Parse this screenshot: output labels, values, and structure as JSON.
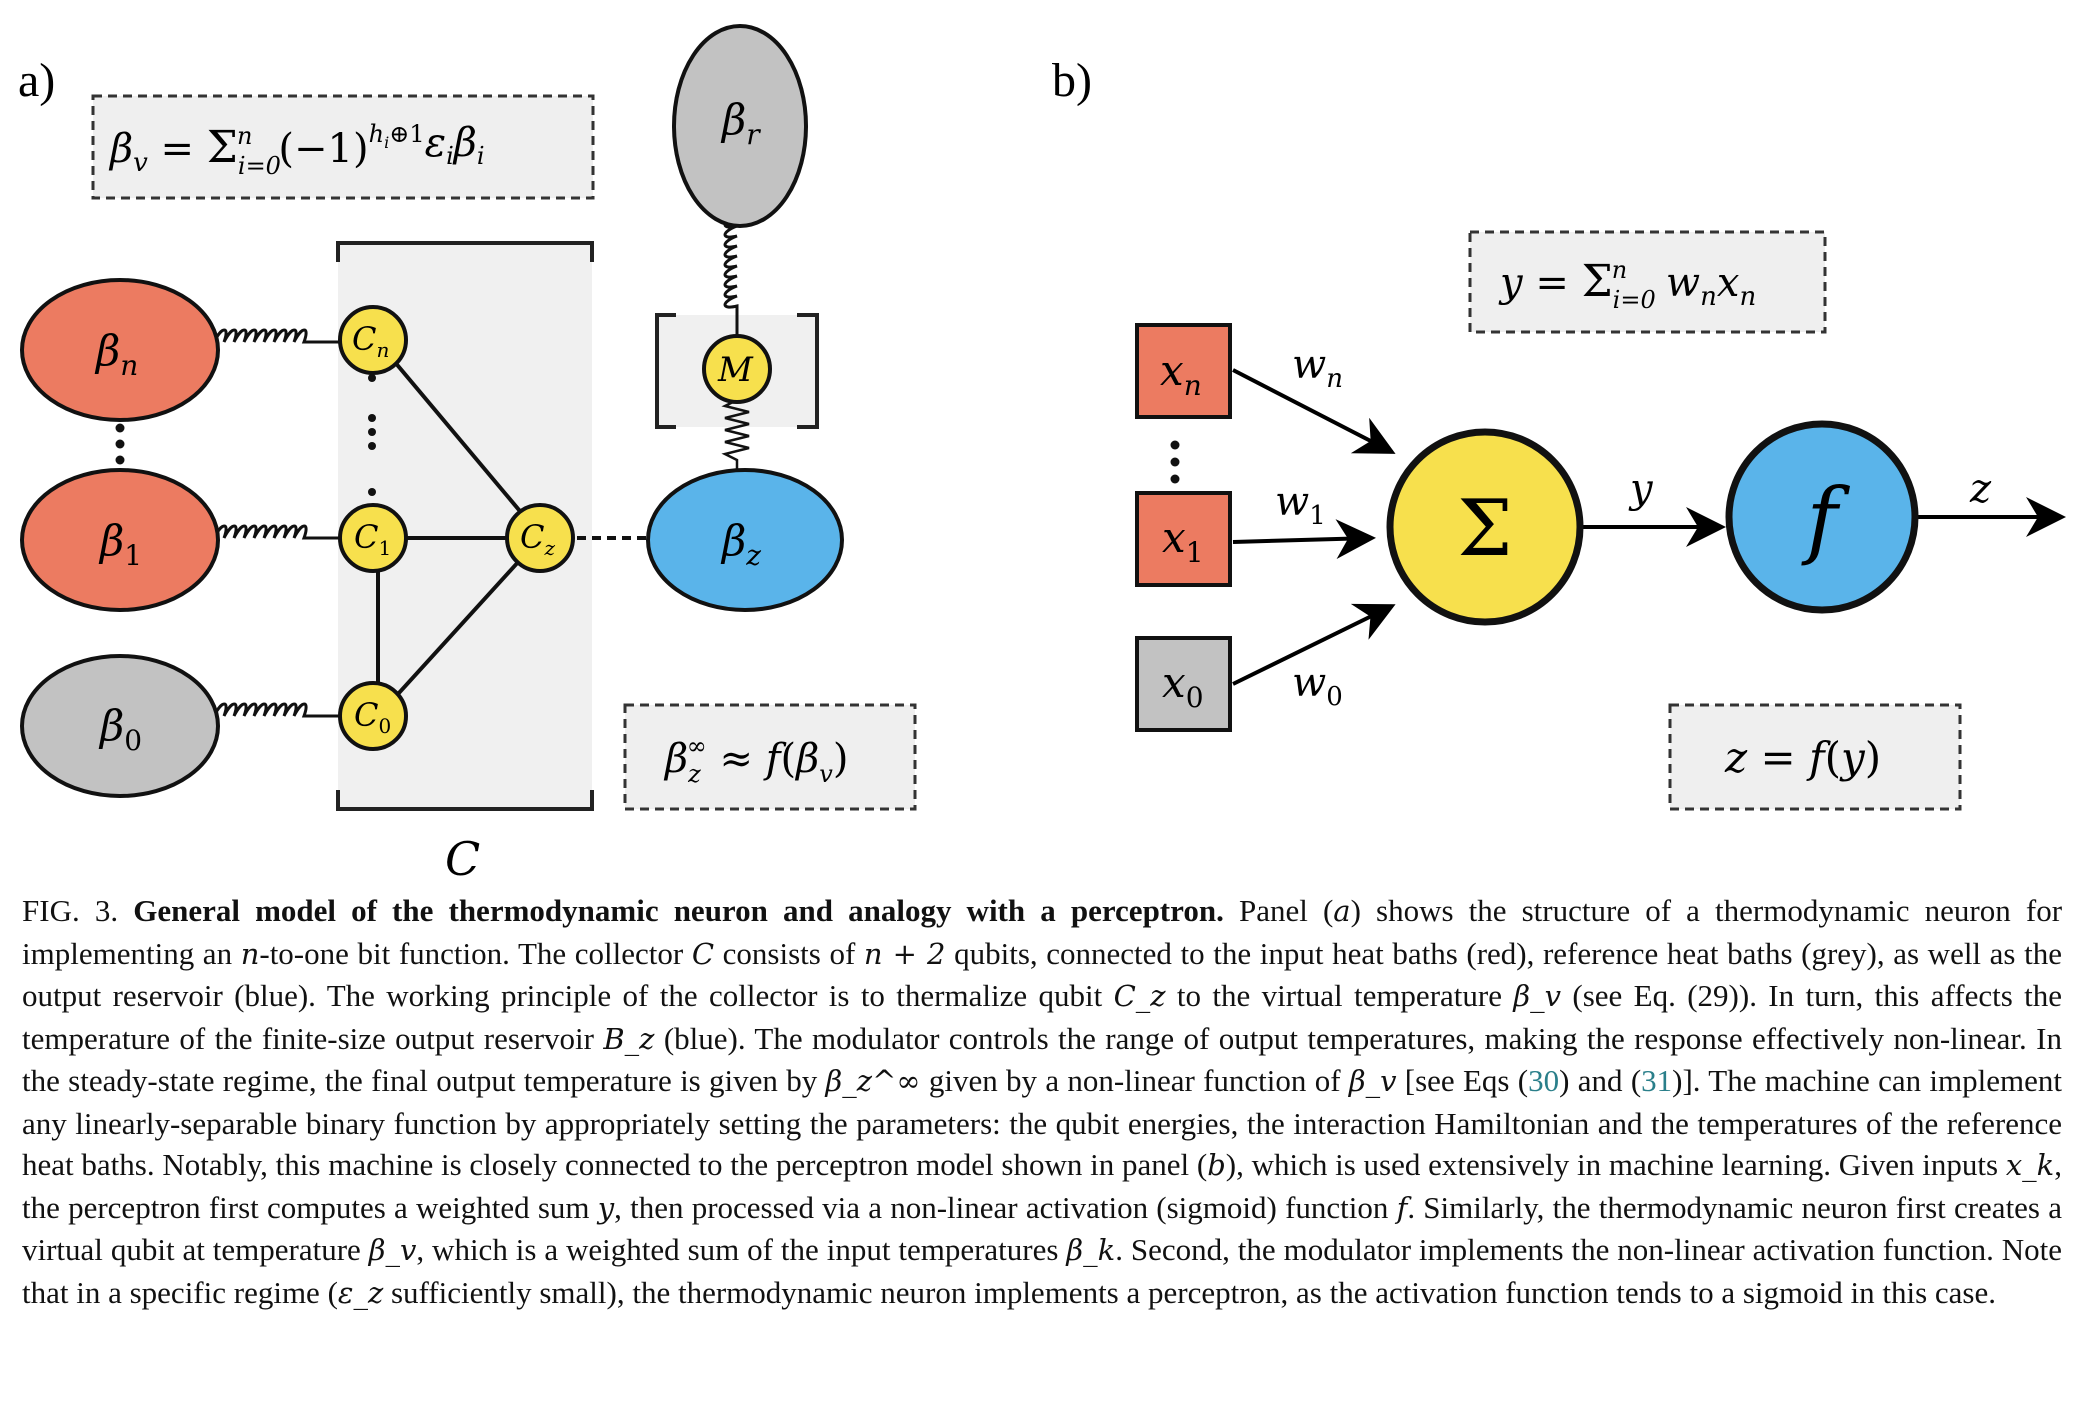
{
  "figure": {
    "panel_a": {
      "label": "a)",
      "equation": "β_v = Σ_{i=0}^{n} (−1)^{h_i⊕1} ε_i β_i",
      "baths": {
        "beta_n": "β_n",
        "beta_1": "β_1",
        "beta_0": "β_0",
        "beta_r": "β_r",
        "beta_z": "β_z"
      },
      "qubits": {
        "c_n": "C_n",
        "c_1": "C_1",
        "c_0": "C_0",
        "c_z": "C_z",
        "m": "M"
      },
      "collector_label": "C",
      "steady_state_eq": "β_z^∞ ≈ f(β_v)"
    },
    "panel_b": {
      "label": "b)",
      "equation": "y = Σ_{i=0}^{n} w_n x_n",
      "inputs": [
        "x_n",
        "x_1",
        "x_0"
      ],
      "weights": [
        "w_n",
        "w_1",
        "w_0"
      ],
      "sum_symbol": "Σ",
      "activation_symbol": "f",
      "sum_output": "y",
      "output": "z",
      "activation_eq": "z = f(y)"
    },
    "colors": {
      "input_bath": "#ec7b61",
      "reference_bath": "#c2c2c2",
      "output_bath": "#5ab4ea",
      "qubit": "#f7e04d",
      "collector_bg": "#f0f0f0",
      "eq_box_bg": "#efefef"
    }
  },
  "caption": {
    "fig_label": "FIG. 3.",
    "title": "General model of the thermodynamic neuron and analogy with a perceptron.",
    "s01": "Panel (",
    "m_a": "a",
    "s02": ") shows the structure of a thermodynamic neuron for implementing an ",
    "m_n": "n",
    "s03": "-to-one bit function. The collector ",
    "m_C": "C",
    "s04": " consists of ",
    "m_n2": "n + 2",
    "s05": " qubits, connected to the input heat baths (red), reference heat baths (grey), as well as the output reservoir (blue). The working principle of the collector is to thermalize qubit ",
    "m_Cz": "C_z",
    "s06": " to the virtual temperature ",
    "m_bv": "β_v",
    "s07": " (see Eq. (29)). In turn, this affects the temperature of the finite-size output reservoir ",
    "m_Bz": "B_z",
    "s08": " (blue). The modulator controls the range of output temperatures, making the response effectively non-linear. In the steady-state regime, the final output temperature is given by ",
    "m_bz_inf": "β_z^∞",
    "s09": " given by a non-linear function of ",
    "m_bv2": "β_v",
    "s10": " [see Eqs (",
    "ref1": "30",
    "s11": ") and (",
    "ref2": "31",
    "s12": ")]. The machine can implement any linearly-separable binary function by appropriately setting the parameters: the qubit energies, the interaction Hamiltonian and the temperatures of the reference heat baths. Notably, this machine is closely connected to the perceptron model shown in panel (",
    "m_b": "b",
    "s13": "), which is used extensively in machine learning. Given inputs ",
    "m_xk": "x_k",
    "s14": ", the perceptron first computes a weighted sum ",
    "m_y": "y",
    "s15": ", then processed via a non-linear activation (sigmoid) function ",
    "m_f": "f",
    "s16": ". Similarly, the thermodynamic neuron first creates a virtual qubit at temperature ",
    "m_bv3": "β_v",
    "s17": ", which is a weighted sum of the input temperatures ",
    "m_bk": "β_k",
    "s18": ". Second, the modulator implements the non-linear activation function. Note that in a specific regime (",
    "m_ez": "ε_z",
    "s19": " sufficiently small), the thermodynamic neuron implements a perceptron, as the activation function tends to a sigmoid in this case."
  }
}
